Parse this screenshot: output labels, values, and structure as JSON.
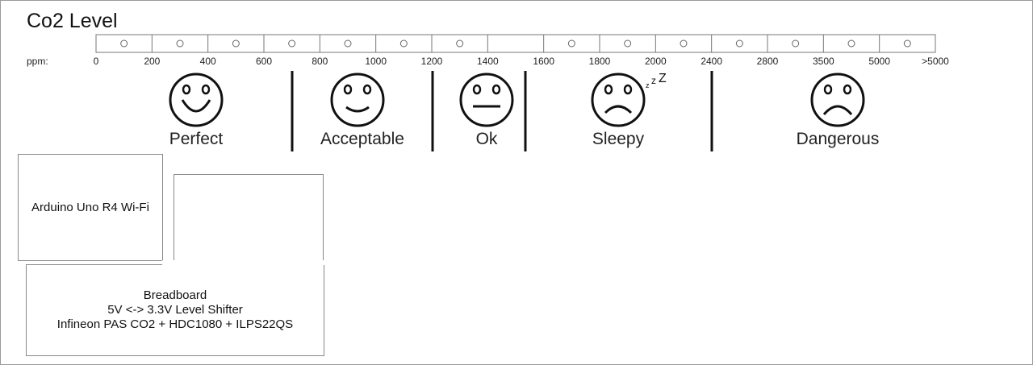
{
  "title": "Co2 Level",
  "unit_label": "ppm:",
  "scale": {
    "ticks": [
      "0",
      "200",
      "400",
      "600",
      "800",
      "1000",
      "1200",
      "1400",
      "1600",
      "1800",
      "2000",
      "2400",
      "2800",
      "3500",
      "5000",
      ">5000"
    ],
    "segments": 15,
    "empty_led_segment": 7
  },
  "moods": [
    {
      "label": "Perfect",
      "face": "smile-icon"
    },
    {
      "label": "Acceptable",
      "face": "small-smile-icon"
    },
    {
      "label": "Ok",
      "face": "neutral-face-icon"
    },
    {
      "label": "Sleepy",
      "face": "sleepy-face-icon",
      "extra": "zzZ"
    },
    {
      "label": "Dangerous",
      "face": "frown-icon"
    }
  ],
  "boxes": {
    "arduino": "Arduino Uno R4 Wi-Fi",
    "breadboard_lines": [
      "Breadboard",
      "5V <-> 3.3V Level Shifter",
      "Infineon PAS CO2 + HDC1080 + ILPS22QS"
    ]
  }
}
